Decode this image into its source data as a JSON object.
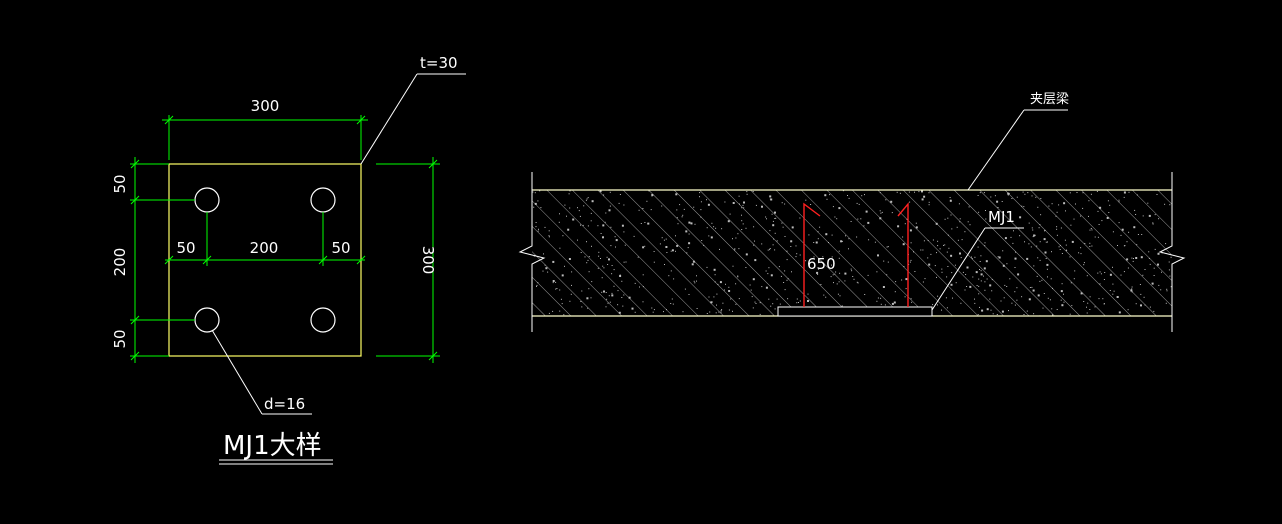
{
  "colors": {
    "background": "#000000",
    "dimension": "#00ff00",
    "outline_plate": "#ffff66",
    "leader": "#ffffff",
    "anchor_bar": "#ff2020",
    "beam_edge": "#ffffcc",
    "hatch": "#cfcfcf"
  },
  "plate": {
    "dim_top": "300",
    "dim_right": "300",
    "dim_left_top": "50",
    "dim_left_mid": "200",
    "dim_left_bottom": "50",
    "dim_inner_left": "50",
    "dim_inner_mid": "200",
    "dim_inner_right": "50",
    "thickness_label": "t=30",
    "hole_label": "d=16",
    "title": "MJ1大样"
  },
  "beam": {
    "beam_label": "夹层梁",
    "part_label": "MJ1",
    "anchor_length": "650"
  }
}
